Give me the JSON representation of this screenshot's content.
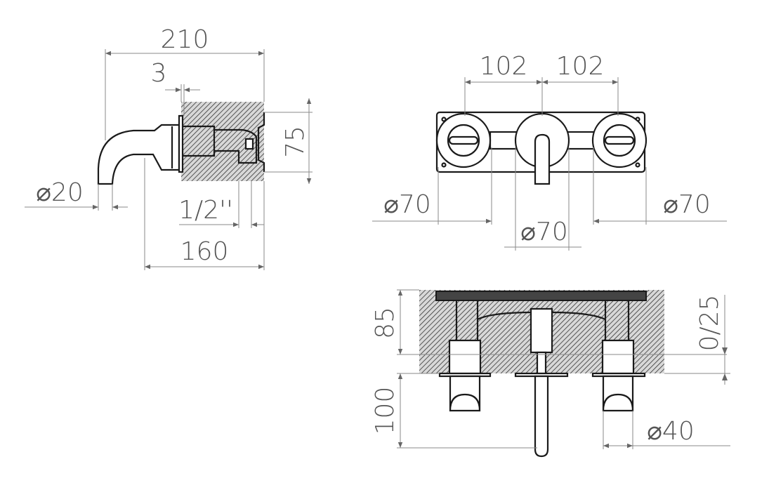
{
  "side_view": {
    "overall_length": "210",
    "flange_thickness": "3",
    "body_height": "75",
    "spout_diameter": "⌀20",
    "connection_thread": "1/2''",
    "projection": "160"
  },
  "front_view": {
    "spacing_left": "102",
    "spacing_right": "102",
    "rosette_left_diameter": "⌀70",
    "rosette_center_diameter": "⌀70",
    "rosette_right_diameter": "⌀70"
  },
  "top_view": {
    "embed_depth": "85",
    "spout_projection": "100",
    "adjustment_range": "0/25",
    "handle_diameter": "⌀40"
  },
  "colors": {
    "line": "#1a1a1a",
    "dimension": "#8a8a8a",
    "text": "#555555",
    "hatch": "#333333"
  }
}
